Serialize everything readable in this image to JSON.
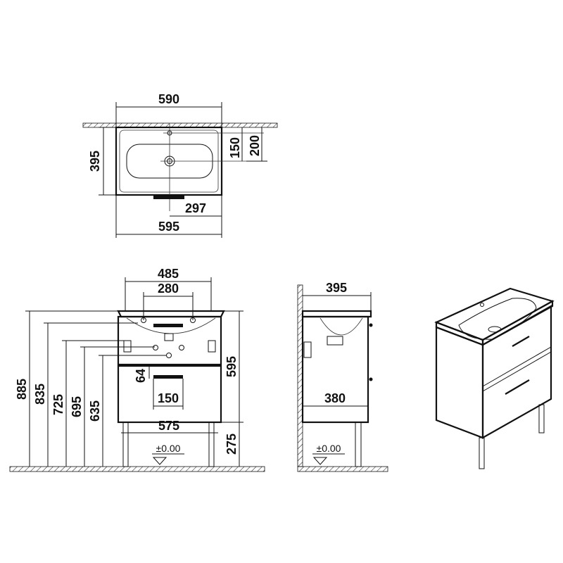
{
  "top_view": {
    "width_top": "590",
    "width_bottom": "595",
    "depth": "395",
    "tap_offset": "200",
    "drain_offset": "150",
    "drain_from_edge": "297"
  },
  "front_view": {
    "basin_width": "485",
    "tap_spacing": "280",
    "height_total": "885",
    "height_top": "835",
    "height_1": "725",
    "height_2": "695",
    "height_3": "635",
    "handle_height": "64",
    "handle_width": "150",
    "cabinet_width": "575",
    "cabinet_height": "595",
    "leg_height": "275",
    "floor_ref": "±0.00"
  },
  "side_view": {
    "depth_top": "395",
    "depth_cabinet": "380",
    "floor_ref": "±0.00"
  }
}
